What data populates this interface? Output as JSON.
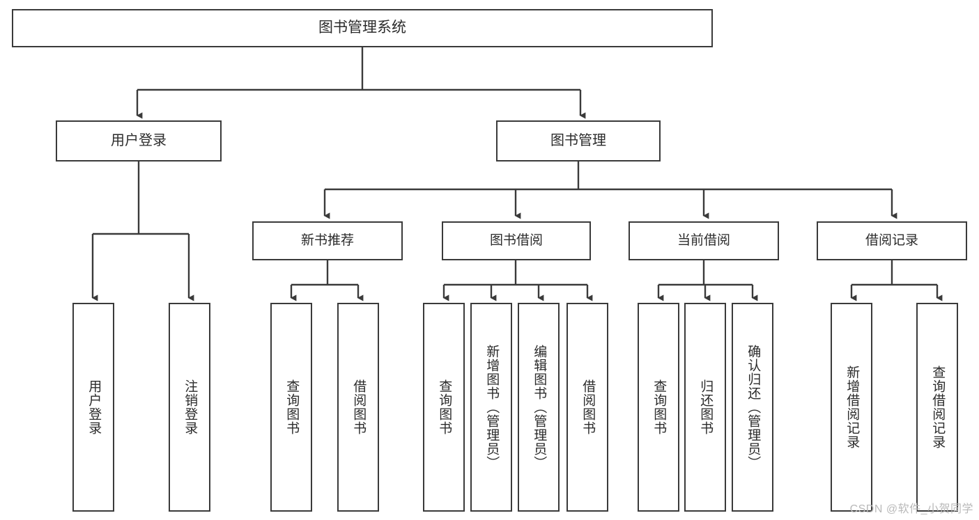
{
  "diagram": {
    "title": "图书管理系统",
    "root": {
      "label": "图书管理系统"
    },
    "level2": [
      {
        "label": "用户登录"
      },
      {
        "label": "图书管理"
      }
    ],
    "level3": [
      {
        "label": "新书推荐"
      },
      {
        "label": "图书借阅"
      },
      {
        "label": "当前借阅"
      },
      {
        "label": "借阅记录"
      }
    ],
    "leaves": {
      "user_login": [
        {
          "label": "用户登录"
        },
        {
          "label": "注销登录"
        }
      ],
      "new_book_recommend": [
        {
          "label": "查询图书"
        },
        {
          "label": "借阅图书"
        }
      ],
      "book_borrow": [
        {
          "label": "查询图书"
        },
        {
          "label": "新增图书（管理员）"
        },
        {
          "label": "编辑图书（管理员）"
        },
        {
          "label": "借阅图书"
        }
      ],
      "current_borrow": [
        {
          "label": "查询图书"
        },
        {
          "label": "归还图书"
        },
        {
          "label": "确认归还（管理员）"
        }
      ],
      "borrow_record": [
        {
          "label": "新增借阅记录"
        },
        {
          "label": "查询借阅记录"
        }
      ]
    }
  },
  "watermark": {
    "text": "CSDN @软件_小贺同学"
  },
  "colors": {
    "stroke": "#3a3a3a",
    "text": "#2b2b2b",
    "background": "#ffffff",
    "watermark": "#b9b9b9"
  }
}
